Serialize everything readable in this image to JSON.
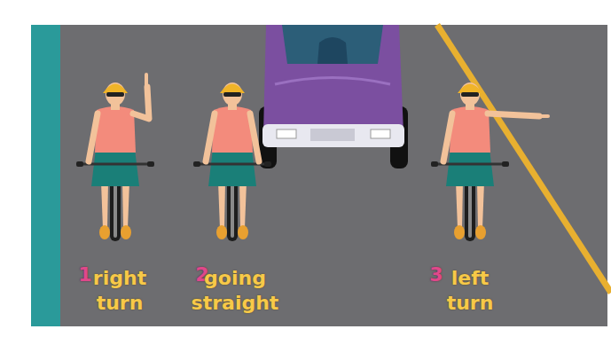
{
  "diagram": {
    "labels": [
      "1",
      "right turn",
      "2",
      "going straight",
      "3",
      "left turn"
    ]
  }
}
